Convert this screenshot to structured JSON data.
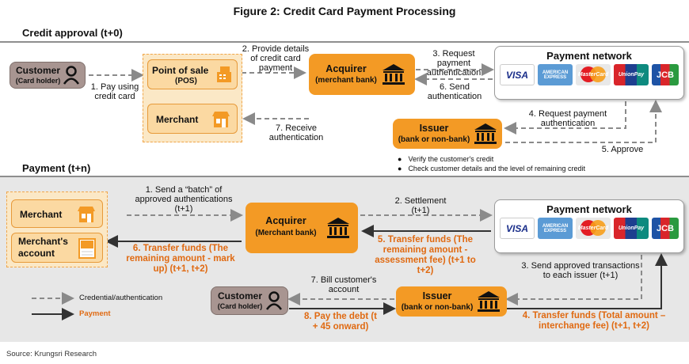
{
  "title": "Figure 2: Credit Card Payment Processing",
  "sections": {
    "approval": "Credit approval (t+0)",
    "payment": "Payment (t+n)"
  },
  "top": {
    "customer": "Customer",
    "customer_sub": "(Card holder)",
    "pos": "Point of sale",
    "pos_sub": "(POS)",
    "merchant": "Merchant",
    "acquirer": "Acquirer",
    "acquirer_sub": "(merchant bank)",
    "issuer": "Issuer",
    "issuer_sub": "(bank or non-bank)",
    "network": "Payment network",
    "step1": "1. Pay using credit card",
    "step2": "2. Provide details of credit card payment",
    "step3": "3. Request payment authentication",
    "step4": "4. Request payment authentication",
    "step5": "5. Approve",
    "step6": "6. Send authentication",
    "step7": "7. Receive authentication",
    "bullets": [
      "Verify the customer's credit",
      "Check customer details and the level of remaining credit"
    ]
  },
  "bottom": {
    "merchant": "Merchant",
    "merchant_account": "Merchant's account",
    "acquirer": "Acquirer",
    "acquirer_sub": "(Merchant bank)",
    "issuer": "Issuer",
    "issuer_sub": "(bank or non-bank)",
    "customer": "Customer",
    "customer_sub": "(Card holder)",
    "network": "Payment network",
    "step1": "1. Send a “batch” of approved authentications (t+1)",
    "step2": "2. Settlement (t+1)",
    "step3": "3. Send approved transactions to each issuer (t+1)",
    "step4": "4. Transfer funds (Total amount – interchange fee) (t+1, t+2)",
    "step5": "5. Transfer funds (The remaining amount - assessment fee) (t+1 to t+2)",
    "step6": "6. Transfer funds (The remaining amount - mark up) (t+1, t+2)",
    "step7": "7. Bill customer's account",
    "step8": "8. Pay the debt (t + 45 onward)"
  },
  "cards": [
    "VISA",
    "AMERICAN EXPRESS",
    "MasterCard",
    "UnionPay",
    "JCB"
  ],
  "legend": {
    "credential": "Credential/authentication",
    "payment": "Payment"
  },
  "source": "Source: Krungsri Research",
  "colors": {
    "orange": "#f39a25",
    "light_orange": "#fbd9a2",
    "grey_box": "#a89591",
    "orange_text": "#e06a12"
  }
}
